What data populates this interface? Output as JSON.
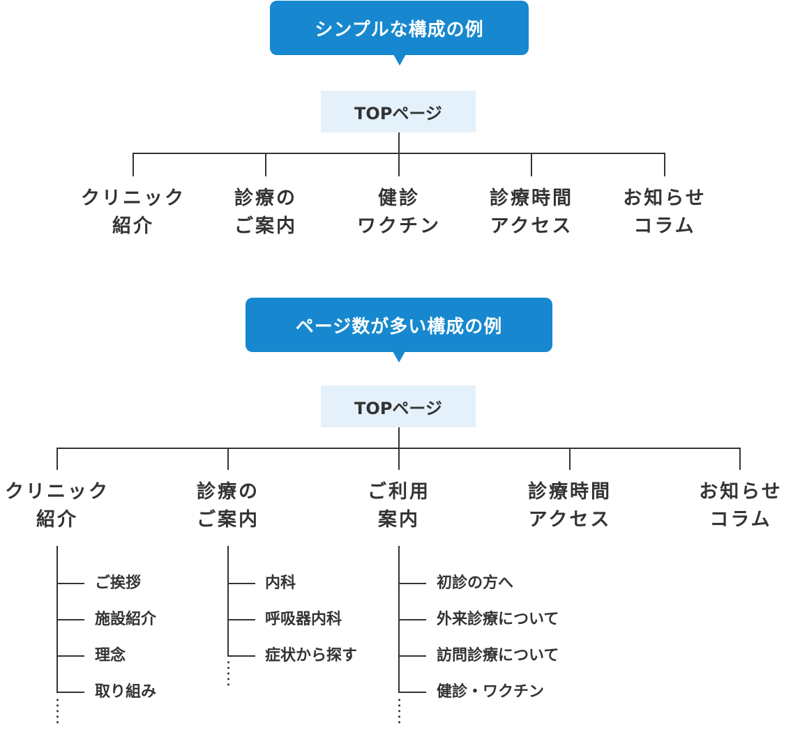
{
  "simple": {
    "title": "シンプルな構成の例",
    "top": "TOPページ",
    "children": [
      {
        "line1": "クリニック",
        "line2": "紹介"
      },
      {
        "line1": "診療の",
        "line2": "ご案内"
      },
      {
        "line1": "健診",
        "line2": "ワクチン"
      },
      {
        "line1": "診療時間",
        "line2": "アクセス"
      },
      {
        "line1": "お知らせ",
        "line2": "コラム"
      }
    ]
  },
  "large": {
    "title": "ページ数が多い構成の例",
    "top": "TOPページ",
    "children": [
      {
        "line1": "クリニック",
        "line2": "紹介",
        "subpages": [
          "ご挨拶",
          "施設紹介",
          "理念",
          "取り組み"
        ]
      },
      {
        "line1": "診療の",
        "line2": "ご案内",
        "subpages": [
          "内科",
          "呼吸器内科",
          "症状から探す"
        ]
      },
      {
        "line1": "ご利用",
        "line2": "案内",
        "subpages": [
          "初診の方へ",
          "外来診療について",
          "訪問診療について",
          "健診・ワクチン"
        ]
      },
      {
        "line1": "診療時間",
        "line2": "アクセス"
      },
      {
        "line1": "お知らせ",
        "line2": "コラム"
      }
    ]
  }
}
